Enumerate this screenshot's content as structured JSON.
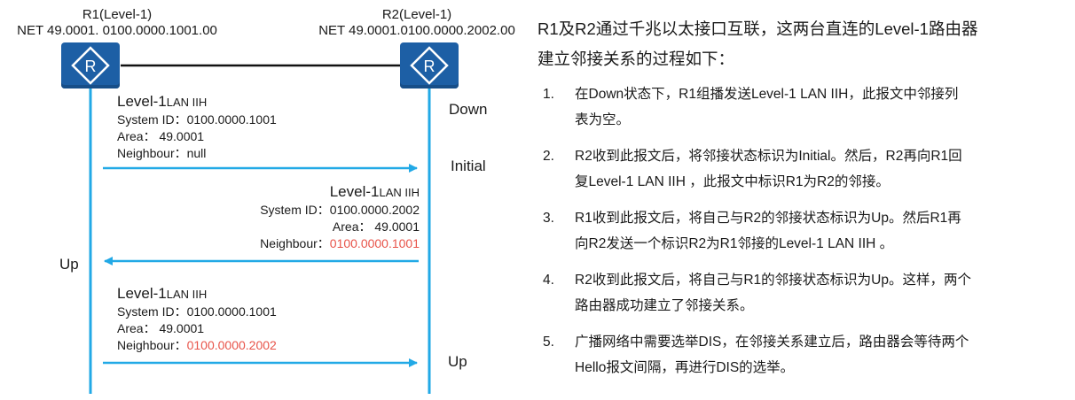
{
  "r1": {
    "name": "R1(Level-1)",
    "net": "NET 49.0001. 0100.0000.1001.00"
  },
  "r2": {
    "name": "R2(Level-1)",
    "net": "NET 49.0001.0100.0000.2002.00"
  },
  "router_glyph": "R",
  "messages": [
    {
      "title_main": "Level-1",
      "title_small": "LAN IIH",
      "sysid_label": "System ID：",
      "sysid": "0100.0000.1001",
      "area_label": "Area：",
      "area": "49.0001",
      "nb_label": "Neighbour：",
      "nb": "null"
    },
    {
      "title_main": "Level-1",
      "title_small": "LAN IIH",
      "sysid_label": "System ID：",
      "sysid": "0100.0000.2002",
      "area_label": "Area：",
      "area": "49.0001",
      "nb_label": "Neighbour：",
      "nb": "0100.0000.1001"
    },
    {
      "title_main": "Level-1",
      "title_small": "LAN IIH",
      "sysid_label": "System ID：",
      "sysid": "0100.0000.1001",
      "area_label": "Area：",
      "area": "49.0001",
      "nb_label": "Neighbour：",
      "nb": "0100.0000.2002"
    }
  ],
  "states": {
    "r2_down": "Down",
    "r2_initial": "Initial",
    "r1_up": "Up",
    "r2_up": "Up"
  },
  "colors": {
    "router": "#1d5fa5",
    "arrow": "#22a9e6",
    "highlight": "#e8544a"
  },
  "intro": [
    "R1及R2通过千兆以太接口互联，这两台直连的Level-1路由器",
    "建立邻接关系的过程如下："
  ],
  "steps": [
    {
      "num": "1.",
      "lines": [
        "在Down状态下，R1组播发送Level-1 LAN IIH，此报文中邻接列",
        "表为空。"
      ]
    },
    {
      "num": "2.",
      "lines": [
        "R2收到此报文后，将邻接状态标识为Initial。然后，R2再向R1回",
        "复Level-1 LAN IIH ，此报文中标识R1为R2的邻接。"
      ]
    },
    {
      "num": "3.",
      "lines": [
        "R1收到此报文后，将自己与R2的邻接状态标识为Up。然后R1再",
        "向R2发送一个标识R2为R1邻接的Level-1 LAN IIH 。"
      ]
    },
    {
      "num": "4.",
      "lines": [
        "R2收到此报文后，将自己与R1的邻接状态标识为Up。这样，两个",
        "路由器成功建立了邻接关系。"
      ]
    },
    {
      "num": "5.",
      "lines": [
        "广播网络中需要选举DIS，在邻接关系建立后，路由器会等待两个",
        "Hello报文间隔，再进行DIS的选举。"
      ]
    }
  ]
}
